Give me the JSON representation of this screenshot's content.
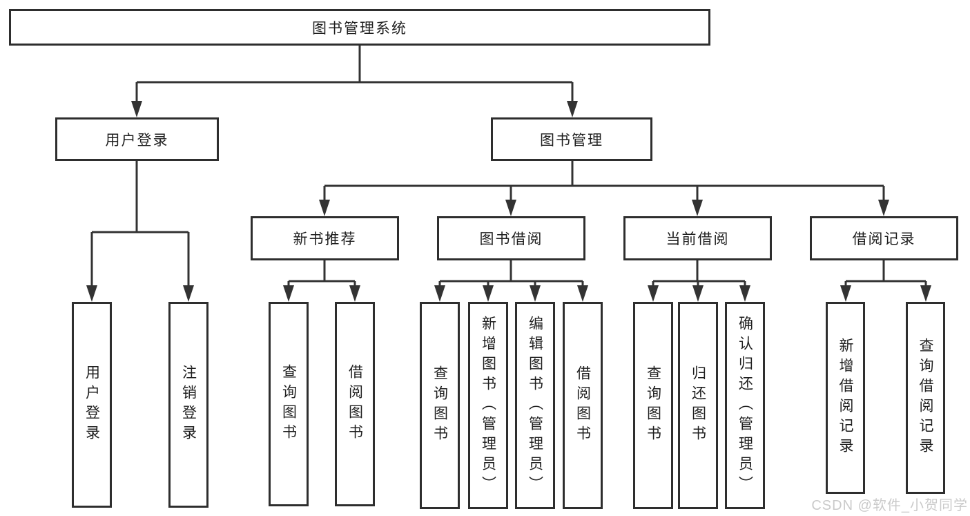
{
  "title": "图书管理系统",
  "tree": {
    "root": "图书管理系统",
    "children": [
      {
        "label": "用户登录",
        "children": [
          "用户登录",
          "注销登录"
        ]
      },
      {
        "label": "图书管理",
        "children": [
          {
            "label": "新书推荐",
            "children": [
              "查询图书",
              "借阅图书"
            ]
          },
          {
            "label": "图书借阅",
            "children": [
              "查询图书",
              "新增图书（管理员）",
              "编辑图书（管理员）",
              "借阅图书"
            ]
          },
          {
            "label": "当前借阅",
            "children": [
              "查询图书",
              "归还图书",
              "确认归还（管理员）"
            ]
          },
          {
            "label": "借阅记录",
            "children": [
              "新增借阅记录",
              "查询借阅记录"
            ]
          }
        ]
      }
    ]
  },
  "watermark": "CSDN @软件_小贺同学",
  "colors": {
    "line": "#333333",
    "box_border": "#2e2e2e",
    "text": "#1f1f1f",
    "watermark": "#c8c8c8",
    "background": "#ffffff"
  }
}
